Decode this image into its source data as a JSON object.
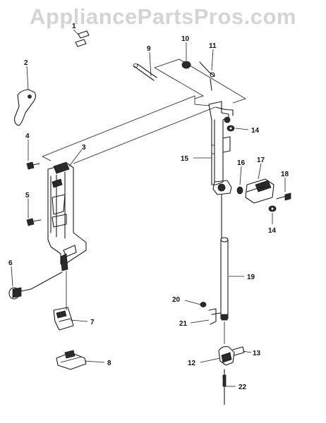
{
  "watermark": "AppliancePartsPros.com",
  "callouts": [
    "1",
    "2",
    "3",
    "4",
    "5",
    "6",
    "7",
    "8",
    "9",
    "10",
    "11",
    "12",
    "13",
    "14",
    "14",
    "15",
    "16",
    "17",
    "18",
    "19",
    "20",
    "21",
    "22"
  ]
}
